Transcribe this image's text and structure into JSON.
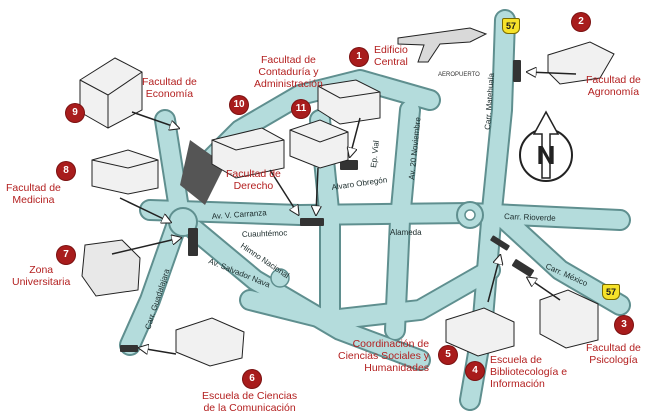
{
  "locations": [
    {
      "num": "1",
      "name": "Edificio\nCentral"
    },
    {
      "num": "2",
      "name": "Facultad de\nAgronomía"
    },
    {
      "num": "3",
      "name": "Facultad de\nPsicología"
    },
    {
      "num": "4",
      "name": "Escuela de\nBibliotecología e\nInformación"
    },
    {
      "num": "5",
      "name": "Coordinación de\nCiencias Sociales y\nHumanidades"
    },
    {
      "num": "6",
      "name": "Escuela de Ciencias\nde la Comunicación"
    },
    {
      "num": "7",
      "name": "Zona\nUniversitaria"
    },
    {
      "num": "8",
      "name": "Facultad de\nMedicina"
    },
    {
      "num": "9",
      "name": "Facultad de\nEconomía"
    },
    {
      "num": "10",
      "name": "Facultad de\nDerecho"
    },
    {
      "num": "11",
      "name": "Facultad de\nContaduría y\nAdministración"
    }
  ],
  "streets": {
    "carr_matehuala": "Carr. Matehuala",
    "av_20_noviembre": "Av. 20 Noviembre",
    "ep_vial": "Ep. Vial",
    "alvaro_obregon": "Alvaro Obregón",
    "carr_rioverde": "Carr. Rioverde",
    "av_v_carranza": "Av. V. Carranza",
    "cuauhtemoc": "Cuauhtémoc",
    "alameda": "Alameda",
    "himno_nacional": "Himno Nacional",
    "av_salvador_nava": "Av. Salvador Nava",
    "carr_guadalajara": "Carr. Guadalajara",
    "carr_mexico": "Carr. México"
  },
  "highway_shields": [
    "57",
    "57"
  ],
  "airport_label": "AEROPUERTO",
  "compass_letter": "N",
  "colors": {
    "road_fill": "#b4dcdc",
    "road_edge": "#5f8f8f",
    "label": "#b31f1f",
    "badge": "#a81c1c",
    "shield": "#f6e22a"
  }
}
